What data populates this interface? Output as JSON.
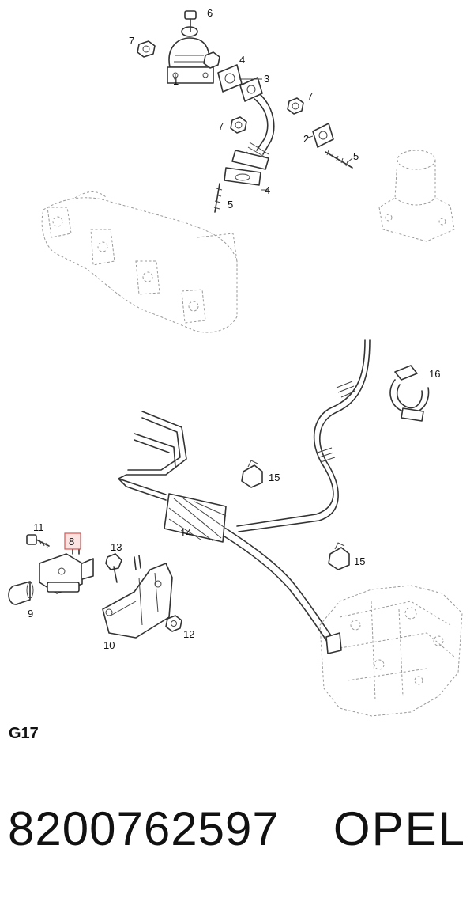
{
  "diagram": {
    "section_code": "G17",
    "callouts": {
      "c1": "1",
      "c2": "2",
      "c3": "3",
      "c4a": "4",
      "c4b": "4",
      "c5a": "5",
      "c5b": "5",
      "c6": "6",
      "c7a": "7",
      "c7b": "7",
      "c7c": "7",
      "c8": "8",
      "c9": "9",
      "c10": "10",
      "c11": "11",
      "c12": "12",
      "c13": "13",
      "c14": "14",
      "c15a": "15",
      "c15b": "15",
      "c16": "16"
    },
    "highlighted_callout": "8",
    "highlight_color": "#d9534f"
  },
  "footer": {
    "part_number": "8200762597",
    "brand": "OPEL"
  }
}
